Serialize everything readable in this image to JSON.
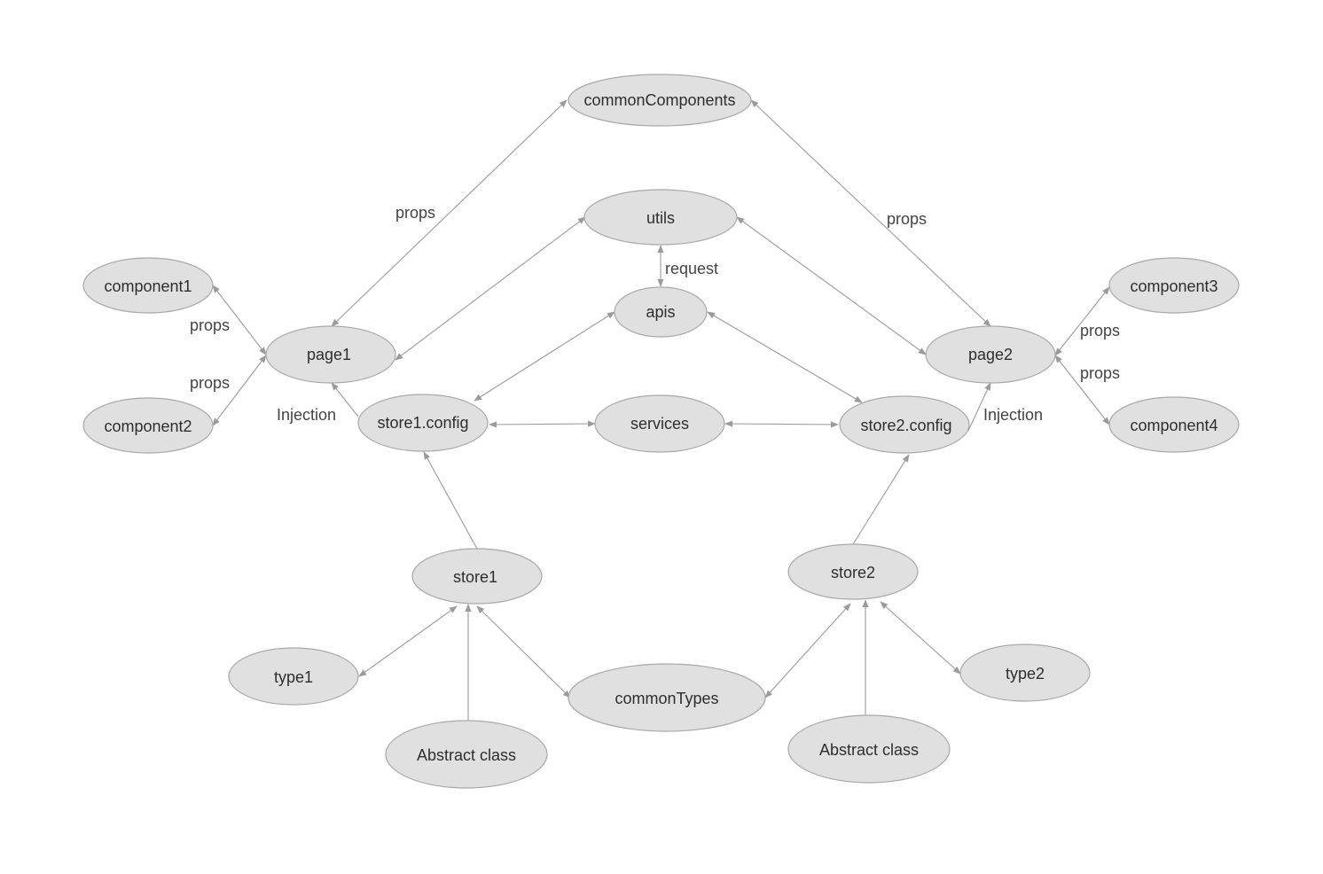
{
  "nodes": {
    "commonComponents": "commonComponents",
    "utils": "utils",
    "apis": "apis",
    "services": "services",
    "page1": "page1",
    "page2": "page2",
    "component1": "component1",
    "component2": "component2",
    "component3": "component3",
    "component4": "component4",
    "store1config": "store1.config",
    "store2config": "store2.config",
    "store1": "store1",
    "store2": "store2",
    "type1": "type1",
    "type2": "type2",
    "commonTypes": "commonTypes",
    "abstract1": "Abstract class",
    "abstract2": "Abstract class"
  },
  "edge_labels": {
    "props_page1_common": "props",
    "props_page2_common": "props",
    "request": "request",
    "props_component1": "props",
    "props_component2": "props",
    "props_component3": "props",
    "props_component4": "props",
    "injection_left": "Injection",
    "injection_right": "Injection"
  },
  "colors": {
    "node_fill": "#e0e0e0",
    "node_stroke": "#a8a8a8",
    "edge": "#9b9b9b"
  }
}
